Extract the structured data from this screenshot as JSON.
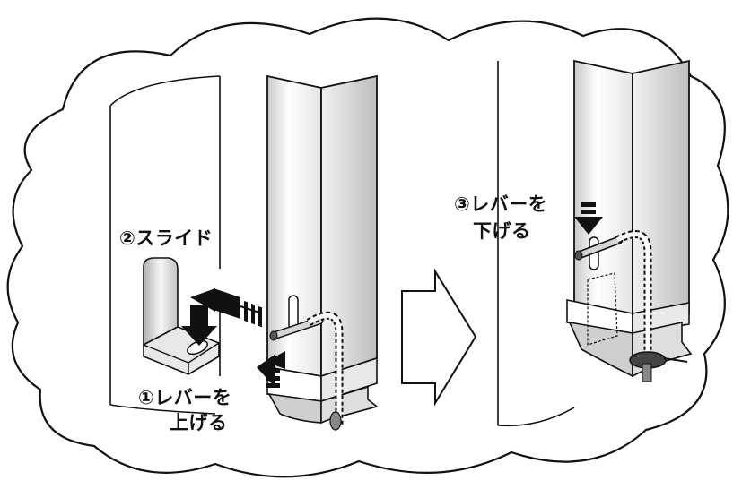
{
  "labels": {
    "step1_line1": "①レバーを",
    "step1_line2": "上げる",
    "step2": "②スライド",
    "step3_line1": "③レバーを",
    "step3_line2": "下げる"
  },
  "colors": {
    "outline": "#111111",
    "fill": "#ffffff",
    "shade": "#d9d9d9",
    "dark": "#555555"
  }
}
